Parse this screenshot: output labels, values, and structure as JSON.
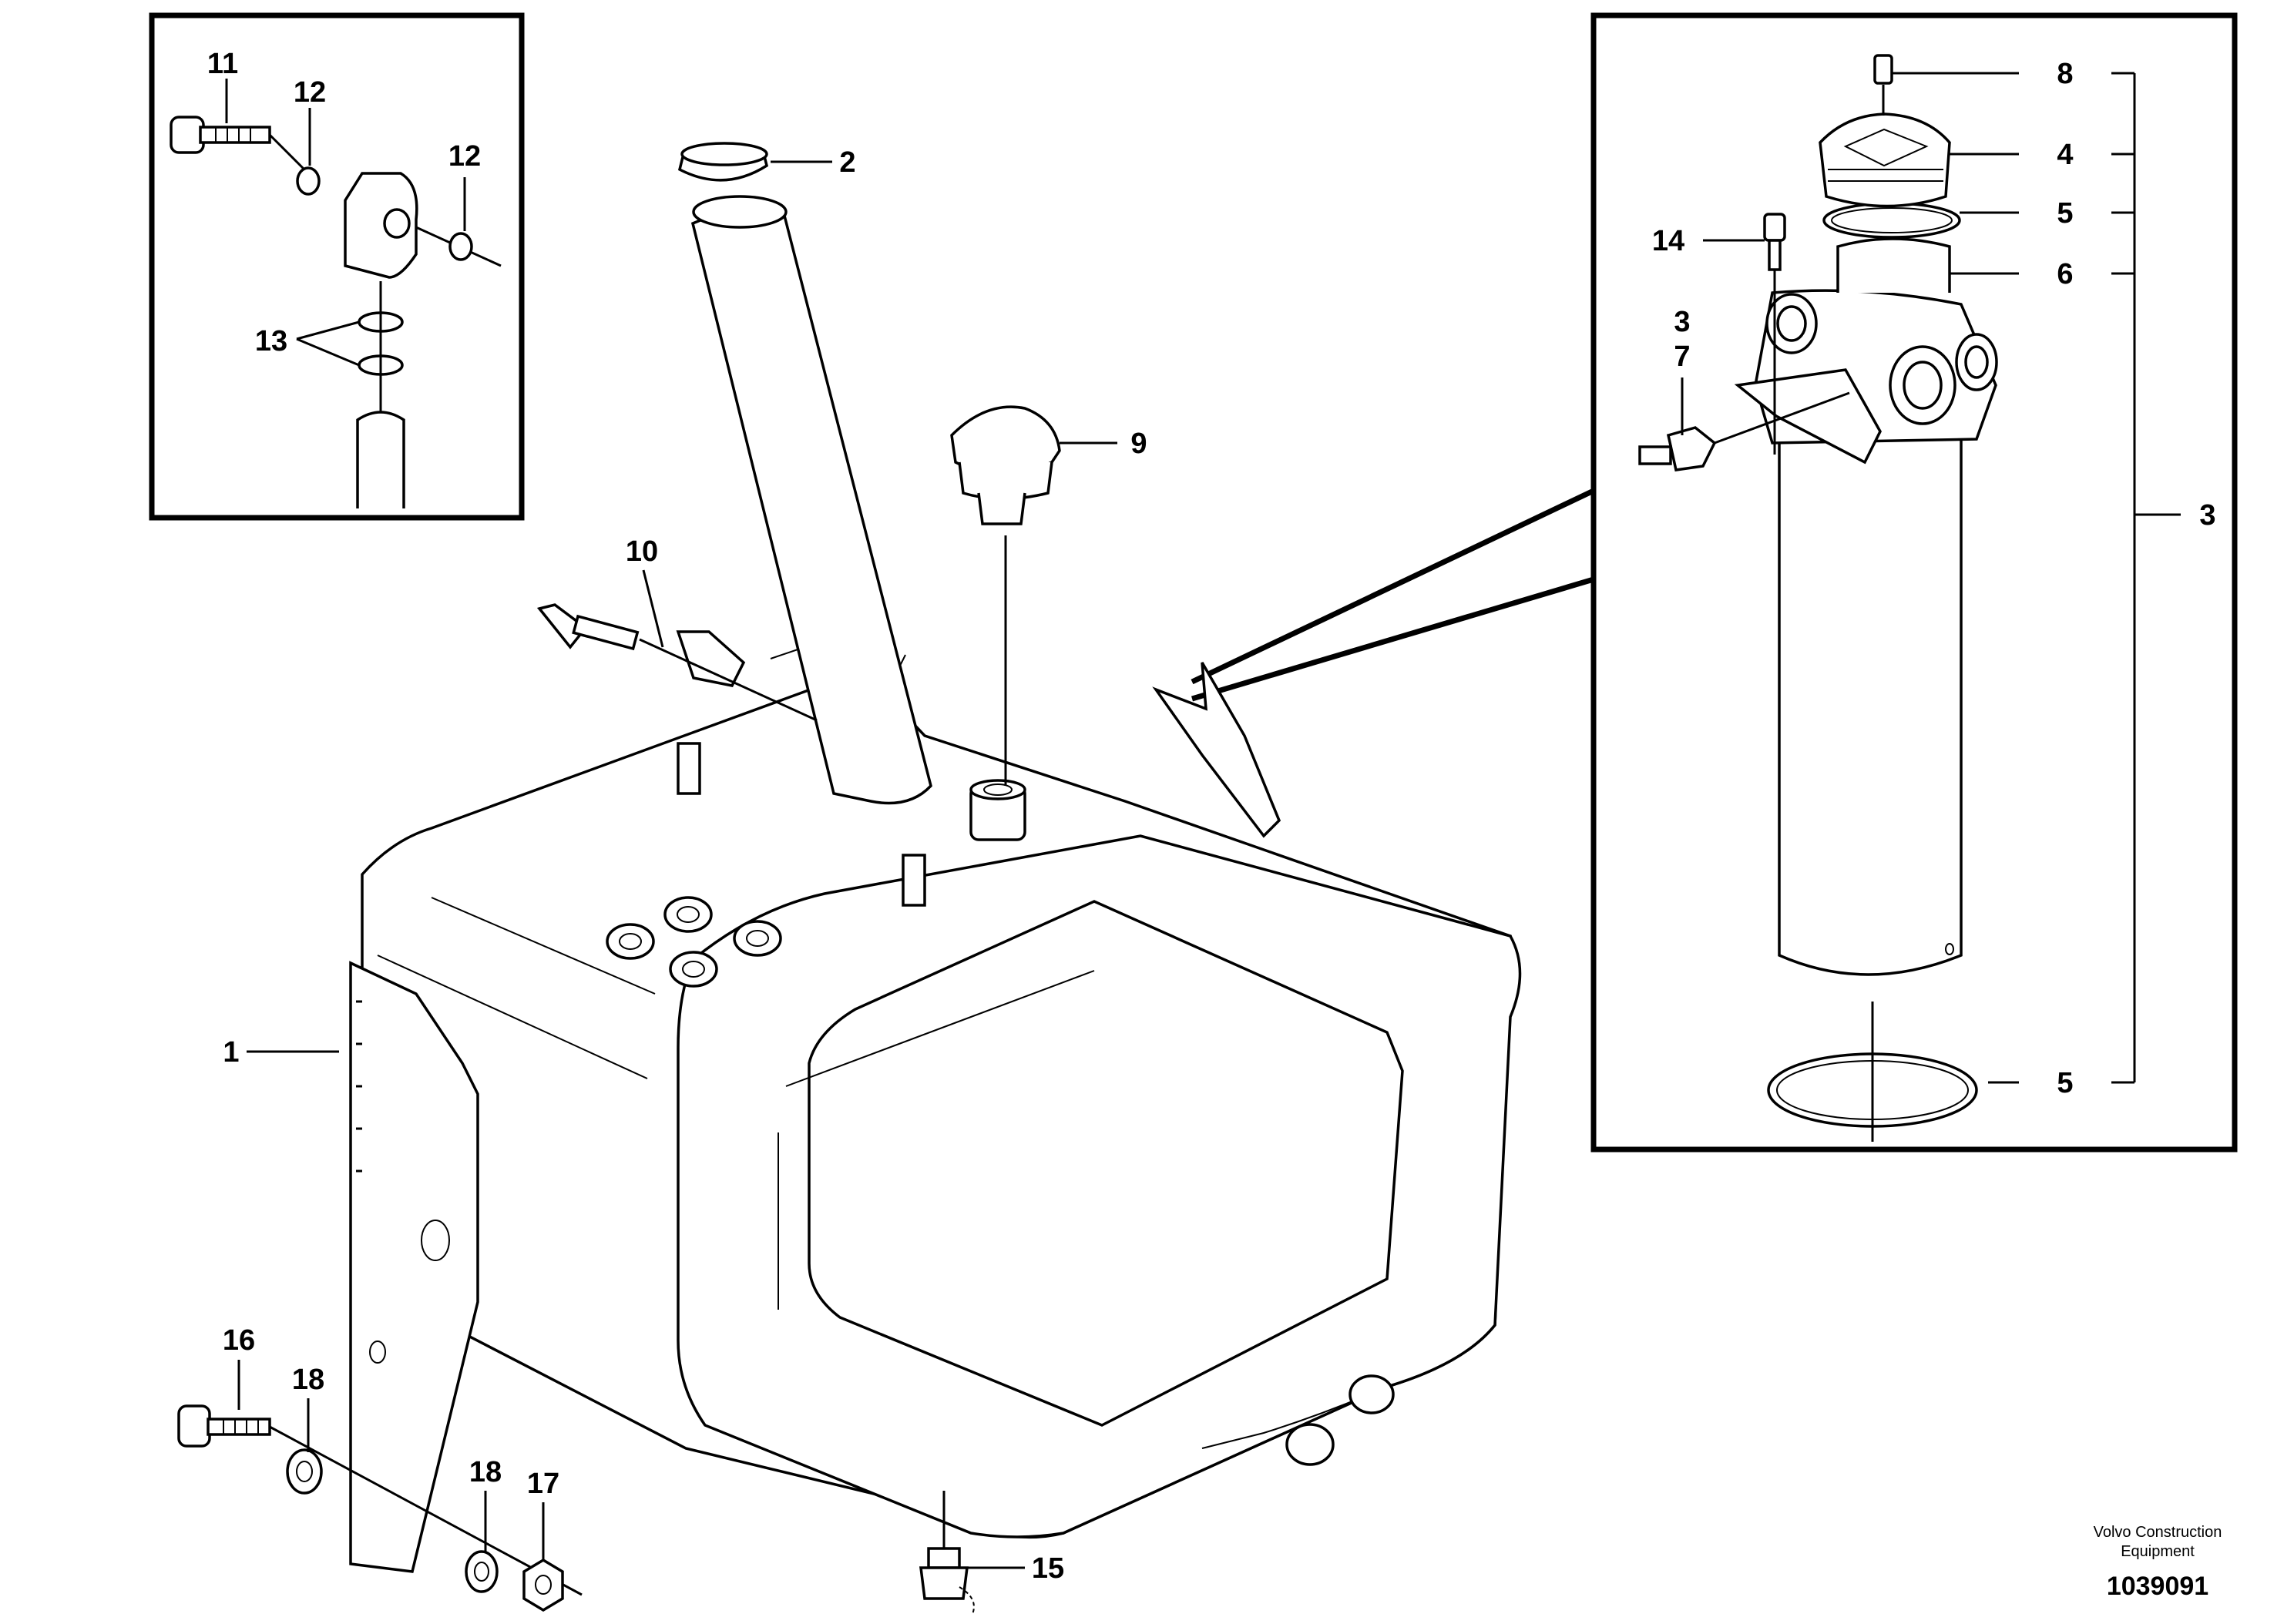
{
  "callouts": {
    "c1": "1",
    "c2": "2",
    "c3_main": "3",
    "c3_side": "3",
    "c4": "4",
    "c5_top": "5",
    "c5_bottom": "5",
    "c6": "6",
    "c7": "7",
    "c8": "8",
    "c9": "9",
    "c10": "10",
    "c11": "11",
    "c12_left": "12",
    "c12_right": "12",
    "c13": "13",
    "c14": "14",
    "c15": "15",
    "c16": "16",
    "c17": "17",
    "c18_left": "18",
    "c18_right": "18"
  },
  "footer": {
    "brand_line1": "Volvo Construction",
    "brand_line2": "Equipment",
    "doc_number": "1039091"
  }
}
